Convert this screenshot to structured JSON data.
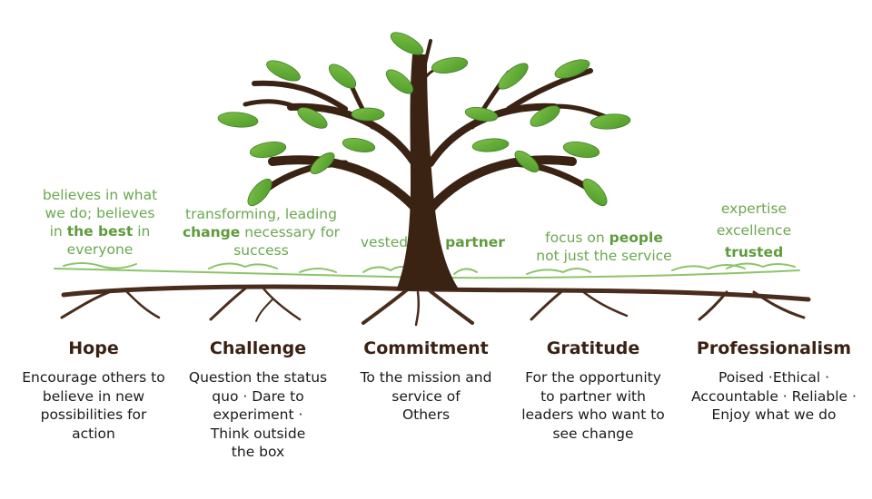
{
  "tree_notes": {
    "hope": [
      "believes in what",
      "we do; believes",
      [
        "in ",
        "the best",
        " in"
      ],
      "everyone"
    ],
    "challenge": [
      "transforming, leading",
      [
        "change",
        " necessary for"
      ],
      "success"
    ],
    "vested": "vested",
    "partner": "partner",
    "gratitude": [
      [
        "focus on ",
        "people"
      ],
      "not just the service"
    ],
    "professionalism": [
      "expertise",
      "excellence",
      "trusted"
    ]
  },
  "values": [
    {
      "title": "Hope",
      "text": "Encourage others to\nbelieve in new\npossibilities for\naction"
    },
    {
      "title": "Challenge",
      "text": "Question the status\nquo · Dare to\nexperiment ·\nThink outside\nthe box"
    },
    {
      "title": "Commitment",
      "text": "To the mission and\nservice of\nOthers"
    },
    {
      "title": "Gratitude",
      "text": "For the opportunity\nto partner with\nleaders who want to\nsee change"
    },
    {
      "title": "Professionalism",
      "text": "Poised ·Ethical ·\nAccountable · Reliable ·\nEnjoy what we do"
    }
  ],
  "colors": {
    "trunk": "#3b2314",
    "leaf": "#6bb03a",
    "grass": "#8cc46a",
    "root": "#4a2c1c"
  }
}
